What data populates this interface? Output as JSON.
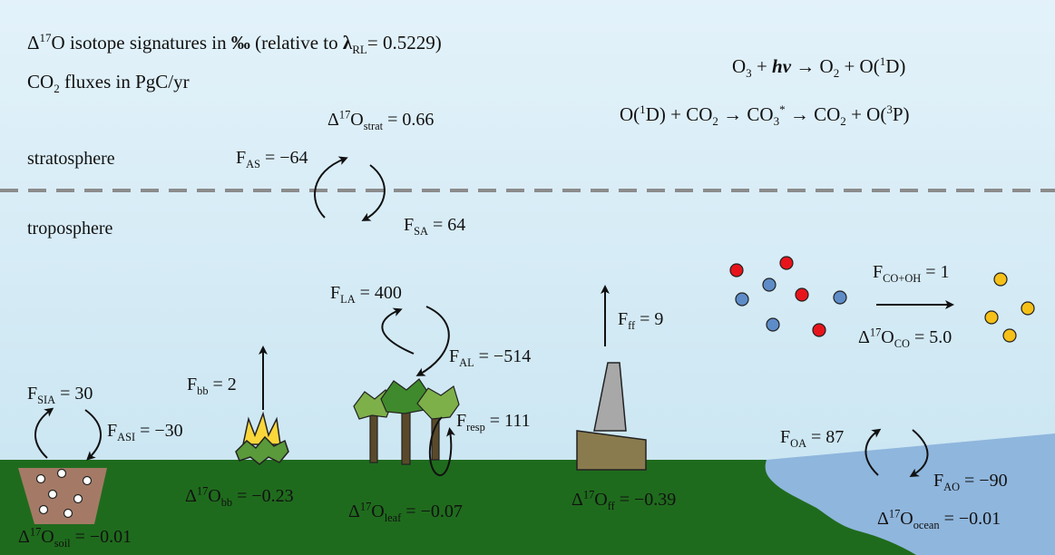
{
  "header": {
    "iso_delta": "Δ",
    "iso_sup": "17",
    "iso_text": "O isotope signatures in ",
    "iso_permil": "‰",
    "iso_rel": " (relative to ",
    "iso_lambda": "λ",
    "iso_lambda_sub": "RL",
    "iso_value": "= 0.5229)",
    "flux_co": "CO",
    "flux_sub": "2",
    "flux_rest": " fluxes in PgC/yr"
  },
  "reactions": {
    "r1_o": "O",
    "r1_o_sub": "3",
    "r1_plus": " + ",
    "r1_hv": "hν",
    "r1_arrow": " → O",
    "r1_o2_sub": "2",
    "r1_tail": " + O(",
    "r1_sup": "1",
    "r1_end": "D)",
    "r2_a": "O(",
    "r2_a_sup": "1",
    "r2_b": "D) + CO",
    "r2_b_sub": "2",
    "r2_c": " → CO",
    "r2_c_sub": "3",
    "r2_star": "*",
    "r2_d": " → CO",
    "r2_d_sub": "2",
    "r2_e": " + O(",
    "r2_e_sup": "3",
    "r2_f": "P)"
  },
  "layers": {
    "stratosphere": "stratosphere",
    "troposphere": "troposphere"
  },
  "strat": {
    "d": "Δ",
    "sup": "17",
    "o": "O",
    "sub": "strat",
    "val": " = 0.66"
  },
  "fluxes": {
    "f": "F",
    "as_sub": "AS",
    "as_val": " = −64",
    "sa_sub": "SA",
    "sa_val": " = 64",
    "la_sub": "LA",
    "la_val": " = 400",
    "al_sub": "AL",
    "al_val": " = −514",
    "resp_sub": "resp",
    "resp_val": " = 111",
    "ff_sub": "ff",
    "ff_val": " = 9",
    "bb_sub": "bb",
    "bb_val": " = 2",
    "sia_sub": "SIA",
    "sia_val": " = 30",
    "asi_sub": "ASI",
    "asi_val": " = −30",
    "oa_sub": "OA",
    "oa_val": " = 87",
    "ao_sub": "AO",
    "ao_val": " =  −90",
    "co_sub": "CO+OH",
    "co_val": " = 1"
  },
  "signatures": {
    "d": "Δ",
    "sup": "17",
    "o": "O",
    "co_sub": "CO",
    "co_val": " = 5.0",
    "soil_sub": "soil",
    "soil_val": " = −0.01",
    "bb_sub": "bb",
    "bb_val": " = −0.23",
    "leaf_sub": "leaf",
    "leaf_val": " = −0.07",
    "ff_sub": "ff",
    "ff_val": " = −0.39",
    "ocean_sub": "ocean",
    "ocean_val": " = −0.01"
  },
  "colors": {
    "sky_top": "#e3f2fa",
    "sky_bottom": "#c9e5f2",
    "ground": "#1f6b1d",
    "soil": "#a47a66",
    "ocean": "#8fb6dd",
    "red_dot": "#e8141b",
    "blue_dot": "#5d8cc8",
    "yellow_dot": "#f5c018",
    "dash": "#8c8c8c",
    "chimney": "#a8a8a8",
    "factory": "#8a7b4e",
    "fire_yellow": "#f9d63a",
    "fire_orange": "#e79a18",
    "leaf_green": "#5a9a3a",
    "trunk": "#5a4a2a"
  }
}
